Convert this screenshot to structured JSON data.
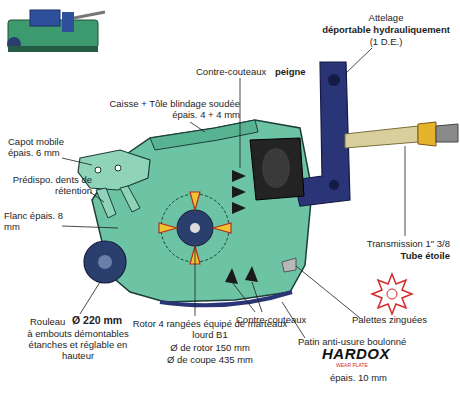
{
  "diagram": {
    "labels": [
      "Attelage",
      "déportable hydrauliquement",
      "(1 D.E.)",
      "Contre-couteaux",
      "peigne",
      "Caisse + Tôle blindage soudée épais. 4 + 4 mm",
      "Capot mobile épais. 6 mm",
      "Prédispo. dents de rétention",
      "Flanc épais. 8 mm",
      "Transmission 1\" 3/8",
      "Tube étoile",
      "Palettes zinguées",
      "Contre-couteaux",
      "Patin anti-usure boulonné",
      "HARDOX",
      "WEAR PLATE",
      "épais. 10 mm",
      "Rouleau",
      "Ø 220 mm",
      "à embouts démontables étanches et réglable en hauteur",
      "Rotor 4 rangées équipé de marteaux lourd B1",
      "Ø de rotor 150 mm",
      "Ø de coupe 435 mm"
    ]
  }
}
